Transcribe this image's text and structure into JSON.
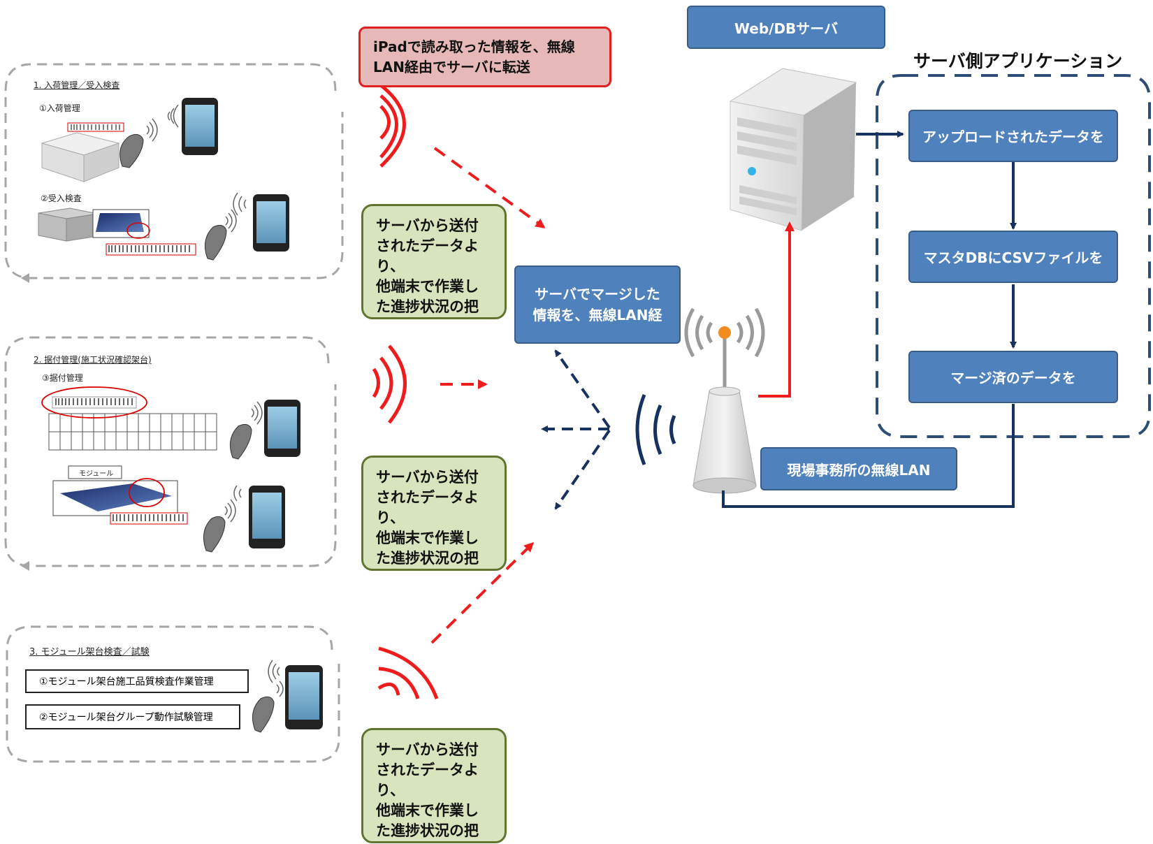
{
  "server_label": "Web/DBサーバ",
  "app_title": "サーバ側アプリケーション",
  "upload_box": "アップロードされたデータを",
  "master_box": "マスタDBにCSVファイルを",
  "merged_box": "マージ済のデータを",
  "wlan_label": "現場事務所の無線LAN",
  "merge_box": "サーバでマージした\n情報を、無線LAN経",
  "transfer_note": "iPadで読み取った情報を、無線\nLAN経由でサーバに転送",
  "progress_note": "サーバから送付\nされたデータより、\n他端末で作業し\nた進捗状況の把",
  "section1": {
    "title": "1. 入荷管理／受入検査",
    "sub1": "①入荷管理",
    "sub2": "②受入検査"
  },
  "section2": {
    "title": "2. 据付管理(施工状況確認架台)",
    "sub1": "③据付管理",
    "module_label": "モジュール"
  },
  "section3": {
    "title": "3. モジュール架台検査／試験",
    "item1": "①モジュール架台施工品質検査作業管理",
    "item2": "②モジュール架台グループ動作試験管理"
  },
  "colors": {
    "blue_box": "#4f81bd",
    "navy_arrow": "#17325f",
    "red_signal": "#ee1c1c",
    "green_box": "#d7e4bd",
    "pink_box": "#e6b8b7"
  }
}
